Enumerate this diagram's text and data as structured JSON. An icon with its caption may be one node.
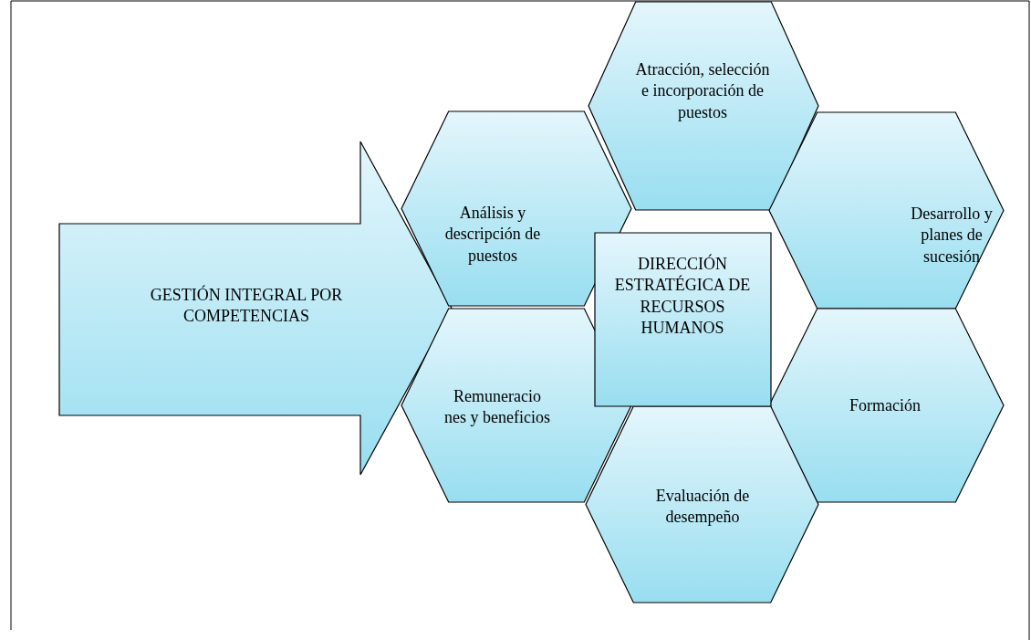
{
  "diagram": {
    "nodes": [
      {
        "text": [
          "GESTIÓN INTEGRAL POR COMPETENCIAS"
        ]
      },
      {
        "text": [
          "Atracción, selección e incorporación de puestos"
        ]
      },
      {
        "text": [
          "Análisis y descripción de puestos"
        ]
      },
      {
        "text": [
          "Desarrollo y planes de sucesión"
        ]
      },
      {
        "text": [
          "DIRECCIÓN ESTRATÉGICA DE RECURSOS HUMANOS"
        ]
      },
      {
        "text": [
          "Remuneracio nes y beneficios"
        ]
      },
      {
        "text": [
          "Formación"
        ]
      },
      {
        "text": [
          "Evaluación de desempeño"
        ]
      }
    ]
  }
}
